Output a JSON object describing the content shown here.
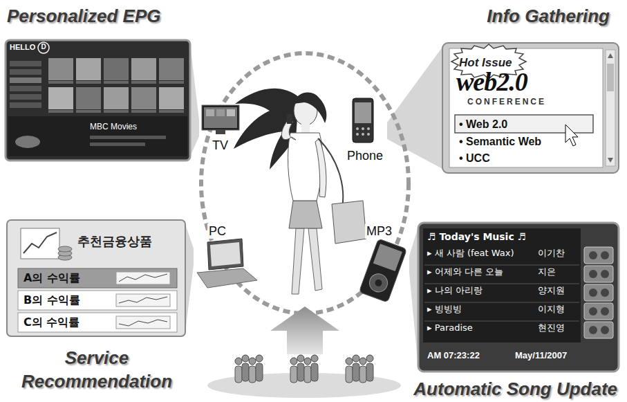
{
  "diagram": {
    "nodes": [
      {
        "text": [
          "Personalized EPG",
          "HELLO",
          "D",
          "MBC Movies"
        ]
      },
      {
        "text": [
          "Info Gathering",
          "Hot Issue",
          "web2.0",
          "CONFERENCE",
          "• Web 2.0",
          "• Semantic Web",
          "• UCC"
        ]
      },
      {
        "text": [
          "TV"
        ]
      },
      {
        "text": [
          "Phone"
        ]
      },
      {
        "text": [
          "PC"
        ]
      },
      {
        "text": [
          "MP3"
        ]
      },
      {
        "text": [
          "Service Recommendation",
          "추천금융상품",
          "A의 수익률",
          "B의 수익률",
          "C의 수익률"
        ]
      },
      {
        "text": [
          "Automatic Song Update",
          "♬ Today's Music ♬",
          "▸ 새 사람 (feat Wax)",
          "이기찬",
          "▸ 어제와 다른 오늘",
          "지은",
          "▸ 나의 아리랑",
          "양지원",
          "▸ 빙빙빙",
          "이지형",
          "▸ Paradise",
          "현진영",
          "AM 07:23:22",
          "May/11/2007"
        ]
      }
    ],
    "edges": [
      {
        "from": 2,
        "to": 0,
        "arrow": "none"
      },
      {
        "from": 3,
        "to": 1,
        "arrow": "none"
      },
      {
        "from": 4,
        "to": 6,
        "arrow": "none"
      },
      {
        "from": 5,
        "to": 7,
        "arrow": "none"
      }
    ]
  }
}
